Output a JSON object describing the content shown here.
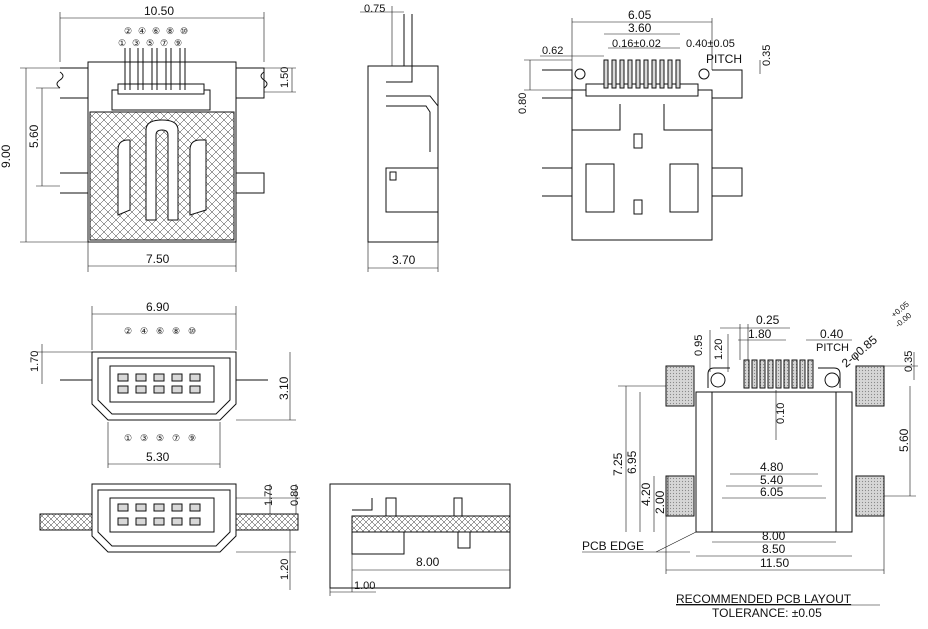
{
  "top_view": {
    "width_overall": "10.50",
    "height_overall": "9.00",
    "inner_height": "5.60",
    "tab_height": "1.50",
    "body_width": "7.50",
    "pins_even": [
      "②",
      "④",
      "⑥",
      "⑧",
      "⑩"
    ],
    "pins_odd": [
      "①",
      "③",
      "⑤",
      "⑦",
      "⑨"
    ]
  },
  "side_view": {
    "pin_offset": "0.75",
    "depth": "3.70"
  },
  "front_top_view": {
    "width": "6.05",
    "pin_span": "3.60",
    "pin_width_tol": "0.16±0.02",
    "pitch_tol": "0.40±0.05",
    "pitch_label": "PITCH",
    "offset": "0.62",
    "pin_height": "0.35",
    "lead_drop": "0.80"
  },
  "front_view": {
    "width": "6.90",
    "bottom_width": "5.30",
    "upper_height": "1.70",
    "height": "3.10",
    "pins_even": [
      "②",
      "④",
      "⑥",
      "⑧",
      "⑩"
    ],
    "pins_odd": [
      "①",
      "③",
      "⑤",
      "⑦",
      "⑨"
    ]
  },
  "mounted_front_view": {
    "dim_a": "1.70",
    "dim_b": "0.80",
    "dim_c": "1.20"
  },
  "mounted_side_view": {
    "length": "8.00",
    "offset": "1.00"
  },
  "pcb_layout": {
    "title": "RECOMMENDED PCB LAYOUT",
    "tolerance": "TOLERANCE: ±0.05",
    "pitch_label": "PITCH",
    "pad_width": "0.25",
    "pad_span": "1.80",
    "pitch": "0.40",
    "hole": "2-φ0.85",
    "hole_tol_plus": "+0.05",
    "hole_tol_minus": "-0.00",
    "dim_095": "0.95",
    "dim_120": "1.20",
    "dim_035": "0.35",
    "dim_010": "0.10",
    "dim_725": "7.25",
    "dim_695": "6.95",
    "dim_560": "5.60",
    "dim_420": "4.20",
    "dim_200": "2.00",
    "w_480": "4.80",
    "w_540": "5.40",
    "w_605": "6.05",
    "w_800": "8.00",
    "w_850": "8.50",
    "w_1150": "11.50",
    "pcb_edge": "PCB EDGE"
  }
}
